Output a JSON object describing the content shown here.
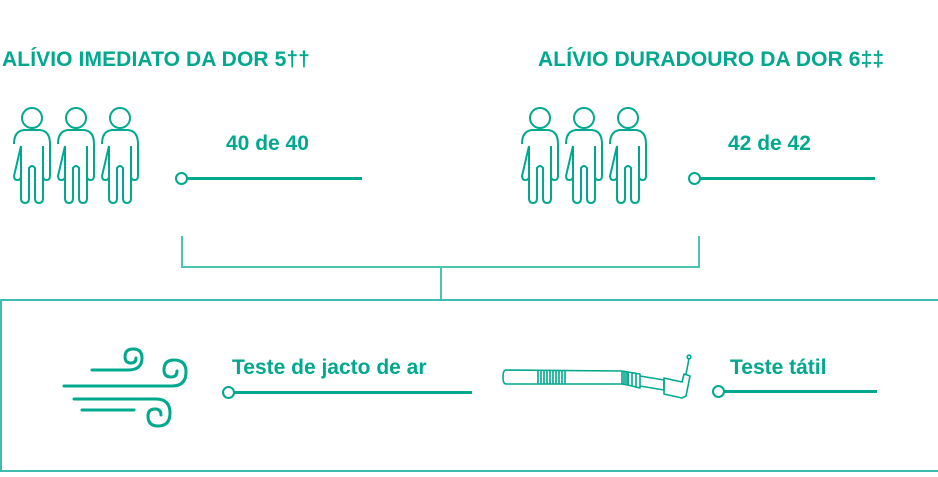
{
  "colors": {
    "accent": "#00A88E",
    "connector": "#4CC4B4"
  },
  "left_panel": {
    "heading": "ALÍVIO IMEDIATO DA DOR 5††",
    "icon": "three-people-icon",
    "stat": "40 de 40"
  },
  "right_panel": {
    "heading": "ALÍVIO DURADOURO DA DOR 6‡‡",
    "icon": "three-people-icon",
    "stat": "42 de 42"
  },
  "tests": [
    {
      "icon": "air-jet-wind-icon",
      "label": "Teste de jacto de ar"
    },
    {
      "icon": "dental-probe-icon",
      "label": "Teste tátil"
    }
  ]
}
